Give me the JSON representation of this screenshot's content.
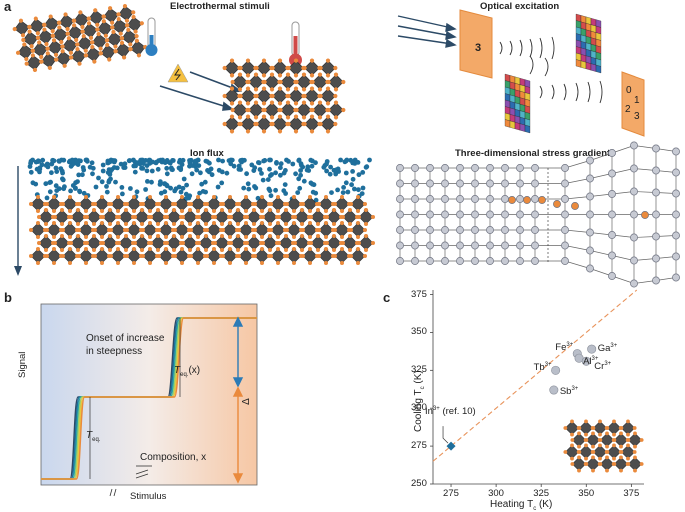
{
  "panel_a": {
    "letter": "a",
    "titles": {
      "electrothermal": "Electrothermal stimuli",
      "optical": "Optical excitation",
      "ion_flux": "Ion flux",
      "stress": "Three-dimensional stress gradients"
    },
    "optical_digits": {
      "screen1": "3",
      "screen2_a": "0",
      "screen2_b": "1",
      "screen2_c": "2",
      "screen2_d": "3"
    }
  },
  "panel_b": {
    "letter": "b",
    "ylabel": "Signal",
    "xlabel": "Stimulus",
    "onset_line1": "Onset of increase",
    "onset_line2": "in steepness",
    "teq_x": "T",
    "teq_x_sub": "eq.",
    "teq_x_arg": "(x)",
    "teq": "T",
    "teq_sub": "eq.",
    "composition": "Composition, x",
    "delta": "Δ"
  },
  "panel_c": {
    "letter": "c",
    "chart_data": {
      "type": "scatter",
      "xlabel": "Heating T",
      "xlabel_sub": "c",
      "xlabel_unit": "(K)",
      "ylabel": "Cooling T",
      "ylabel_sub": "c",
      "ylabel_unit": "(K)",
      "xlim": [
        265,
        382
      ],
      "ylim": [
        250,
        378
      ],
      "xticks": [
        "275",
        "300",
        "325",
        "350",
        "375"
      ],
      "yticks": [
        "250",
        "275",
        "300",
        "325",
        "350",
        "375"
      ],
      "points": [
        {
          "ion": "Fe",
          "charge": "3+",
          "x": 345,
          "y": 336
        },
        {
          "ion": "Ga",
          "charge": "3+",
          "x": 353,
          "y": 339
        },
        {
          "ion": "Al",
          "charge": "3+",
          "x": 346,
          "y": 333
        },
        {
          "ion": "Cr",
          "charge": "3+",
          "x": 350,
          "y": 331
        },
        {
          "ion": "Tb",
          "charge": "3+",
          "x": 333,
          "y": 325
        },
        {
          "ion": "Sb",
          "charge": "3+",
          "x": 332,
          "y": 312
        },
        {
          "ion": "In",
          "charge": "3+",
          "note": "(ref. 10)",
          "x": 275,
          "y": 275
        }
      ],
      "colors": {
        "points": "#b9bec9",
        "reference": "#1f6f9c",
        "guide": "#e8935b"
      }
    }
  }
}
